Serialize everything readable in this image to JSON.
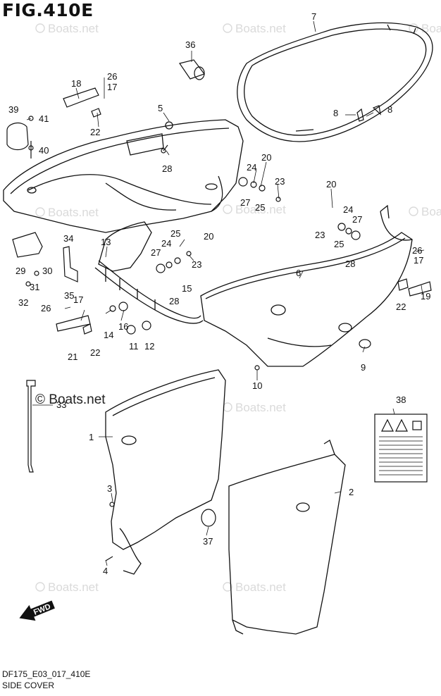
{
  "figure": {
    "title": "FIG.410E",
    "code": "DF175_E03_017_410E",
    "caption": "SIDE COVER"
  },
  "watermark": {
    "text": "Boats.net",
    "copyright": "©"
  },
  "arrow": {
    "label": "FWD"
  },
  "callouts": [
    "1",
    "2",
    "3",
    "4",
    "5",
    "6",
    "7",
    "8",
    "8",
    "9",
    "10",
    "11",
    "12",
    "13",
    "14",
    "15",
    "16",
    "17",
    "17",
    "18",
    "19",
    "20",
    "20",
    "20",
    "21",
    "22",
    "22",
    "22",
    "23",
    "23",
    "23",
    "24",
    "24",
    "24",
    "25",
    "25",
    "25",
    "26",
    "26",
    "27",
    "27",
    "27",
    "28",
    "28",
    "28",
    "29",
    "30",
    "31",
    "32",
    "33",
    "34",
    "35",
    "36",
    "37",
    "38",
    "39",
    "40",
    "41"
  ]
}
